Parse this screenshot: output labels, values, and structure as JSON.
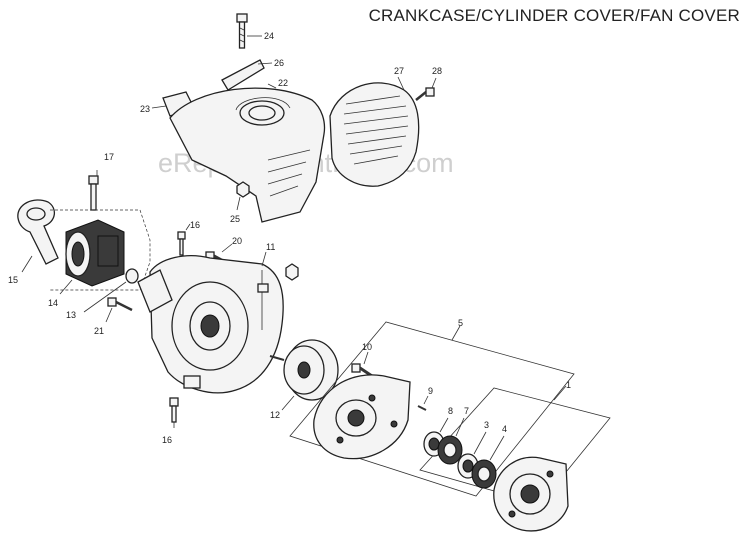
{
  "title": "CRANKCASE/CYLINDER COVER/FAN COVER",
  "watermark": "eReplacementParts.com",
  "callouts": {
    "c1": "1",
    "c3": "3",
    "c4": "4",
    "c5": "5",
    "c7": "7",
    "c8": "8",
    "c9": "9",
    "c10": "10",
    "c11": "11",
    "c12": "12",
    "c13": "13",
    "c14": "14",
    "c15": "15",
    "c16a": "16",
    "c16b": "16",
    "c17": "17",
    "c20": "20",
    "c21": "21",
    "c22": "22",
    "c23": "23",
    "c24": "24",
    "c25": "25",
    "c26": "26",
    "c27": "27",
    "c28": "28"
  }
}
